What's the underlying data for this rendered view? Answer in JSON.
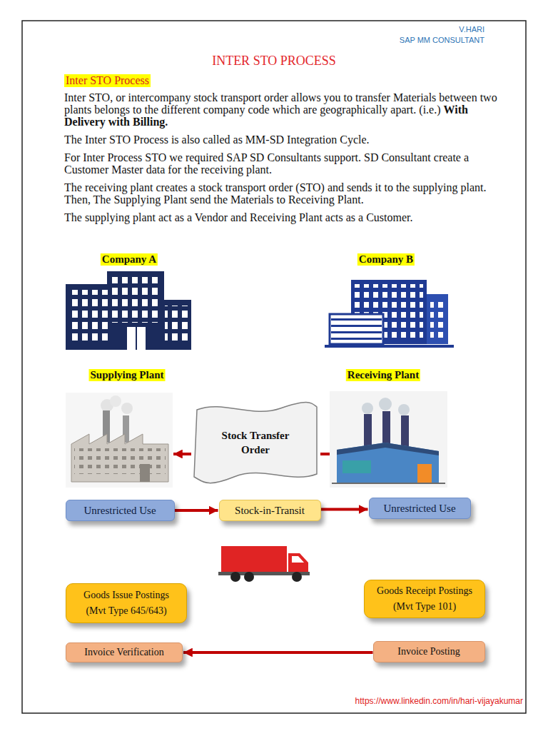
{
  "diagram": {
    "title": "INTER STO PROCESS",
    "nodes": [
      {
        "text": [
          "Supplying Plant"
        ]
      },
      {
        "text": [
          "Stock Transfer Order"
        ]
      },
      {
        "text": [
          "Receiving Plant"
        ]
      },
      {
        "text": [
          "Unrestricted Use"
        ]
      },
      {
        "text": [
          "Stock-in-Transit"
        ]
      },
      {
        "text": [
          "Unrestricted Use"
        ]
      },
      {
        "text": [
          "Goods Issue Postings",
          "(Mvt Type 645/643)"
        ]
      },
      {
        "text": [
          "Goods Receipt Postings",
          "(Mvt Type 101)"
        ]
      },
      {
        "text": [
          "Invoice Verification"
        ]
      },
      {
        "text": [
          "Invoice Posting"
        ]
      }
    ],
    "edges": [
      {
        "from": 2,
        "to": 1,
        "arrow": "none"
      },
      {
        "from": 1,
        "to": 0,
        "arrow": "to"
      },
      {
        "from": 3,
        "to": 4,
        "arrow": "to"
      },
      {
        "from": 4,
        "to": 5,
        "arrow": "to"
      },
      {
        "from": 9,
        "to": 8,
        "arrow": "to"
      }
    ],
    "labels": [
      "V.HARI",
      "SAP MM CONSULTANT",
      "Inter STO Process",
      "Inter STO, or intercompany stock transport order allows you to transfer Materials between two plants belongs to the different company code which are geographically apart. (i.e.)",
      "With Delivery with Billing.",
      "The Inter STO Process is also called as MM-SD Integration Cycle.",
      "For Inter Process STO we required SAP SD Consultants support. SD Consultant create a Customer Master data for the receiving plant.",
      "The receiving plant creates a stock transport order (STO) and sends it to the supplying plant. Then, The Supplying Plant send the Materials to Receiving Plant.",
      "The supplying plant act as a Vendor and Receiving Plant acts as a Customer.",
      "Company A",
      "Company B",
      "https://www.linkedin.com/in/hari-vijayakumar"
    ]
  }
}
